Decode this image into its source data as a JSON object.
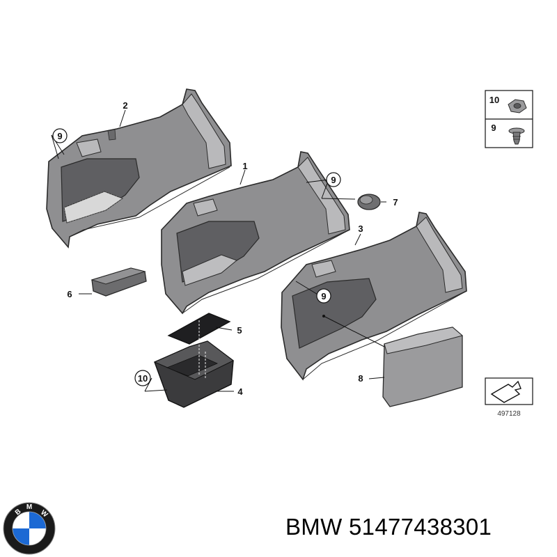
{
  "callouts": {
    "c1": "1",
    "c2": "2",
    "c3": "3",
    "c4": "4",
    "c5": "5",
    "c6": "6",
    "c7": "7",
    "c8": "8",
    "c9a": "9",
    "c9b": "9",
    "c9c": "9",
    "c10": "10",
    "legend10": "10",
    "legend9": "9"
  },
  "reference_number": "497128",
  "caption": {
    "brand": "BMW",
    "part_number": "51477438301"
  },
  "logo": {
    "letters": [
      "B",
      "M",
      "W"
    ],
    "colors": {
      "blue": "#1c69d4",
      "ring": "#1a1a1a",
      "white": "#ffffff"
    }
  },
  "colors": {
    "panel_fill": "#8f8f91",
    "panel_dark": "#5f5f62",
    "panel_light": "#b9b9bb",
    "outline": "#2a2a2a"
  }
}
